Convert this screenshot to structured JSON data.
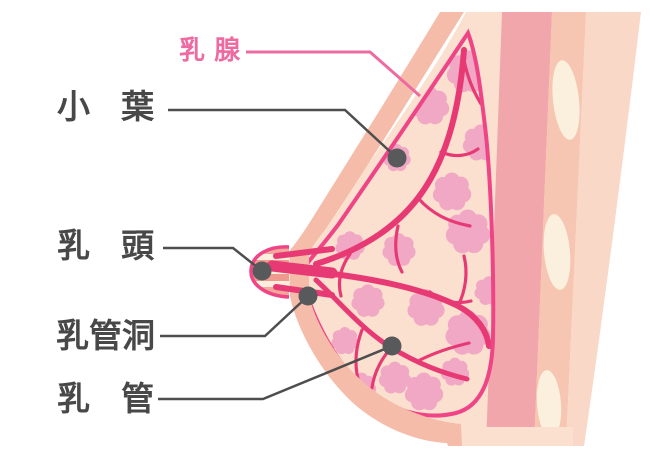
{
  "figure": {
    "type": "anatomical-diagram",
    "subject": "Breast anatomy cross-section with labeled parts",
    "labels": {
      "mammary_gland": {
        "text": "乳 腺"
      },
      "lobule": {
        "text": "小 葉"
      },
      "nipple": {
        "text": "乳 頭"
      },
      "lactiferous_sinus": {
        "text": "乳管洞"
      },
      "milk_duct": {
        "text": "乳 管"
      }
    },
    "lobule_clusters": [
      [
        468,
        72,
        1.05
      ],
      [
        430,
        106,
        0.95
      ],
      [
        481,
        143,
        0.9
      ],
      [
        397,
        158,
        0.68
      ],
      [
        452,
        192,
        0.95
      ],
      [
        350,
        246,
        0.72
      ],
      [
        399,
        250,
        0.82
      ],
      [
        468,
        232,
        1.1
      ],
      [
        489,
        291,
        0.72
      ],
      [
        368,
        301,
        0.82
      ],
      [
        426,
        308,
        0.92
      ],
      [
        345,
        341,
        0.68
      ],
      [
        468,
        333,
        1.12
      ],
      [
        395,
        378,
        0.8
      ],
      [
        362,
        387,
        0.7
      ],
      [
        424,
        392,
        0.95
      ],
      [
        455,
        372,
        0.7
      ]
    ],
    "ribs": [
      [
        566,
        100,
        13,
        40,
        -6
      ],
      [
        557,
        252,
        13,
        38,
        -5
      ],
      [
        549,
        404,
        12,
        34,
        -4
      ]
    ]
  },
  "colors": {
    "background": "#ffffff",
    "label_text": "#484848",
    "label_accent": "#ee6ba1",
    "leader_line": "#4e4e4e",
    "marker_dot": "#58595b",
    "skin": "#f6bcaa",
    "breast_interior": "#fbe0d0",
    "gland_outline": "#ef4587",
    "duct": "#e73a74",
    "lobule": "#f1a8c5",
    "muscle_band": "#f1a6ab",
    "rib_band": "#f6c6b2",
    "rib": "#fbf0de",
    "outer_band": "#f9d8c7",
    "nipple_fill": "#f2a99b",
    "nipple_stripe": "#fdeedd",
    "nipple_stripe_dark": "#ef9a8e"
  }
}
